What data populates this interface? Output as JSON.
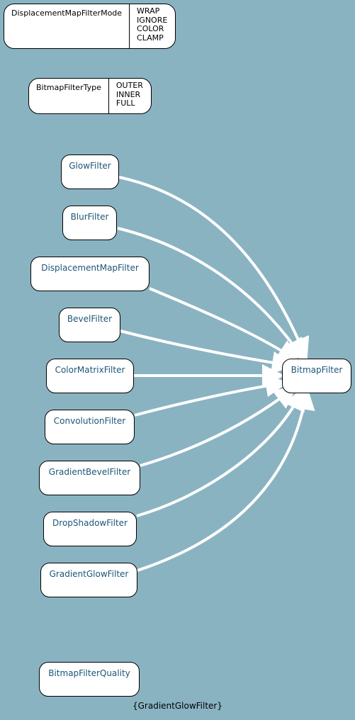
{
  "enums": [
    {
      "id": "displacement-map-filter-mode",
      "name": "DisplacementMapFilterMode",
      "values": [
        "WRAP",
        "IGNORE",
        "COLOR",
        "CLAMP"
      ]
    },
    {
      "id": "bitmap-filter-type",
      "name": "BitmapFilterType",
      "values": [
        "OUTER",
        "INNER",
        "FULL"
      ]
    }
  ],
  "target": {
    "label": "BitmapFilter"
  },
  "sources": [
    {
      "label": "GlowFilter"
    },
    {
      "label": "BlurFilter"
    },
    {
      "label": "DisplacementMapFilter"
    },
    {
      "label": "BevelFilter"
    },
    {
      "label": "ColorMatrixFilter"
    },
    {
      "label": "ConvolutionFilter"
    },
    {
      "label": "GradientBevelFilter"
    },
    {
      "label": "DropShadowFilter"
    },
    {
      "label": "GradientGlowFilter"
    }
  ],
  "standalone": {
    "label": "BitmapFilterQuality"
  },
  "caption": "{GradientGlowFilter}",
  "colors": {
    "background": "#8ab3c2",
    "edge": "#ffffff",
    "node_text": "#1d5577"
  }
}
